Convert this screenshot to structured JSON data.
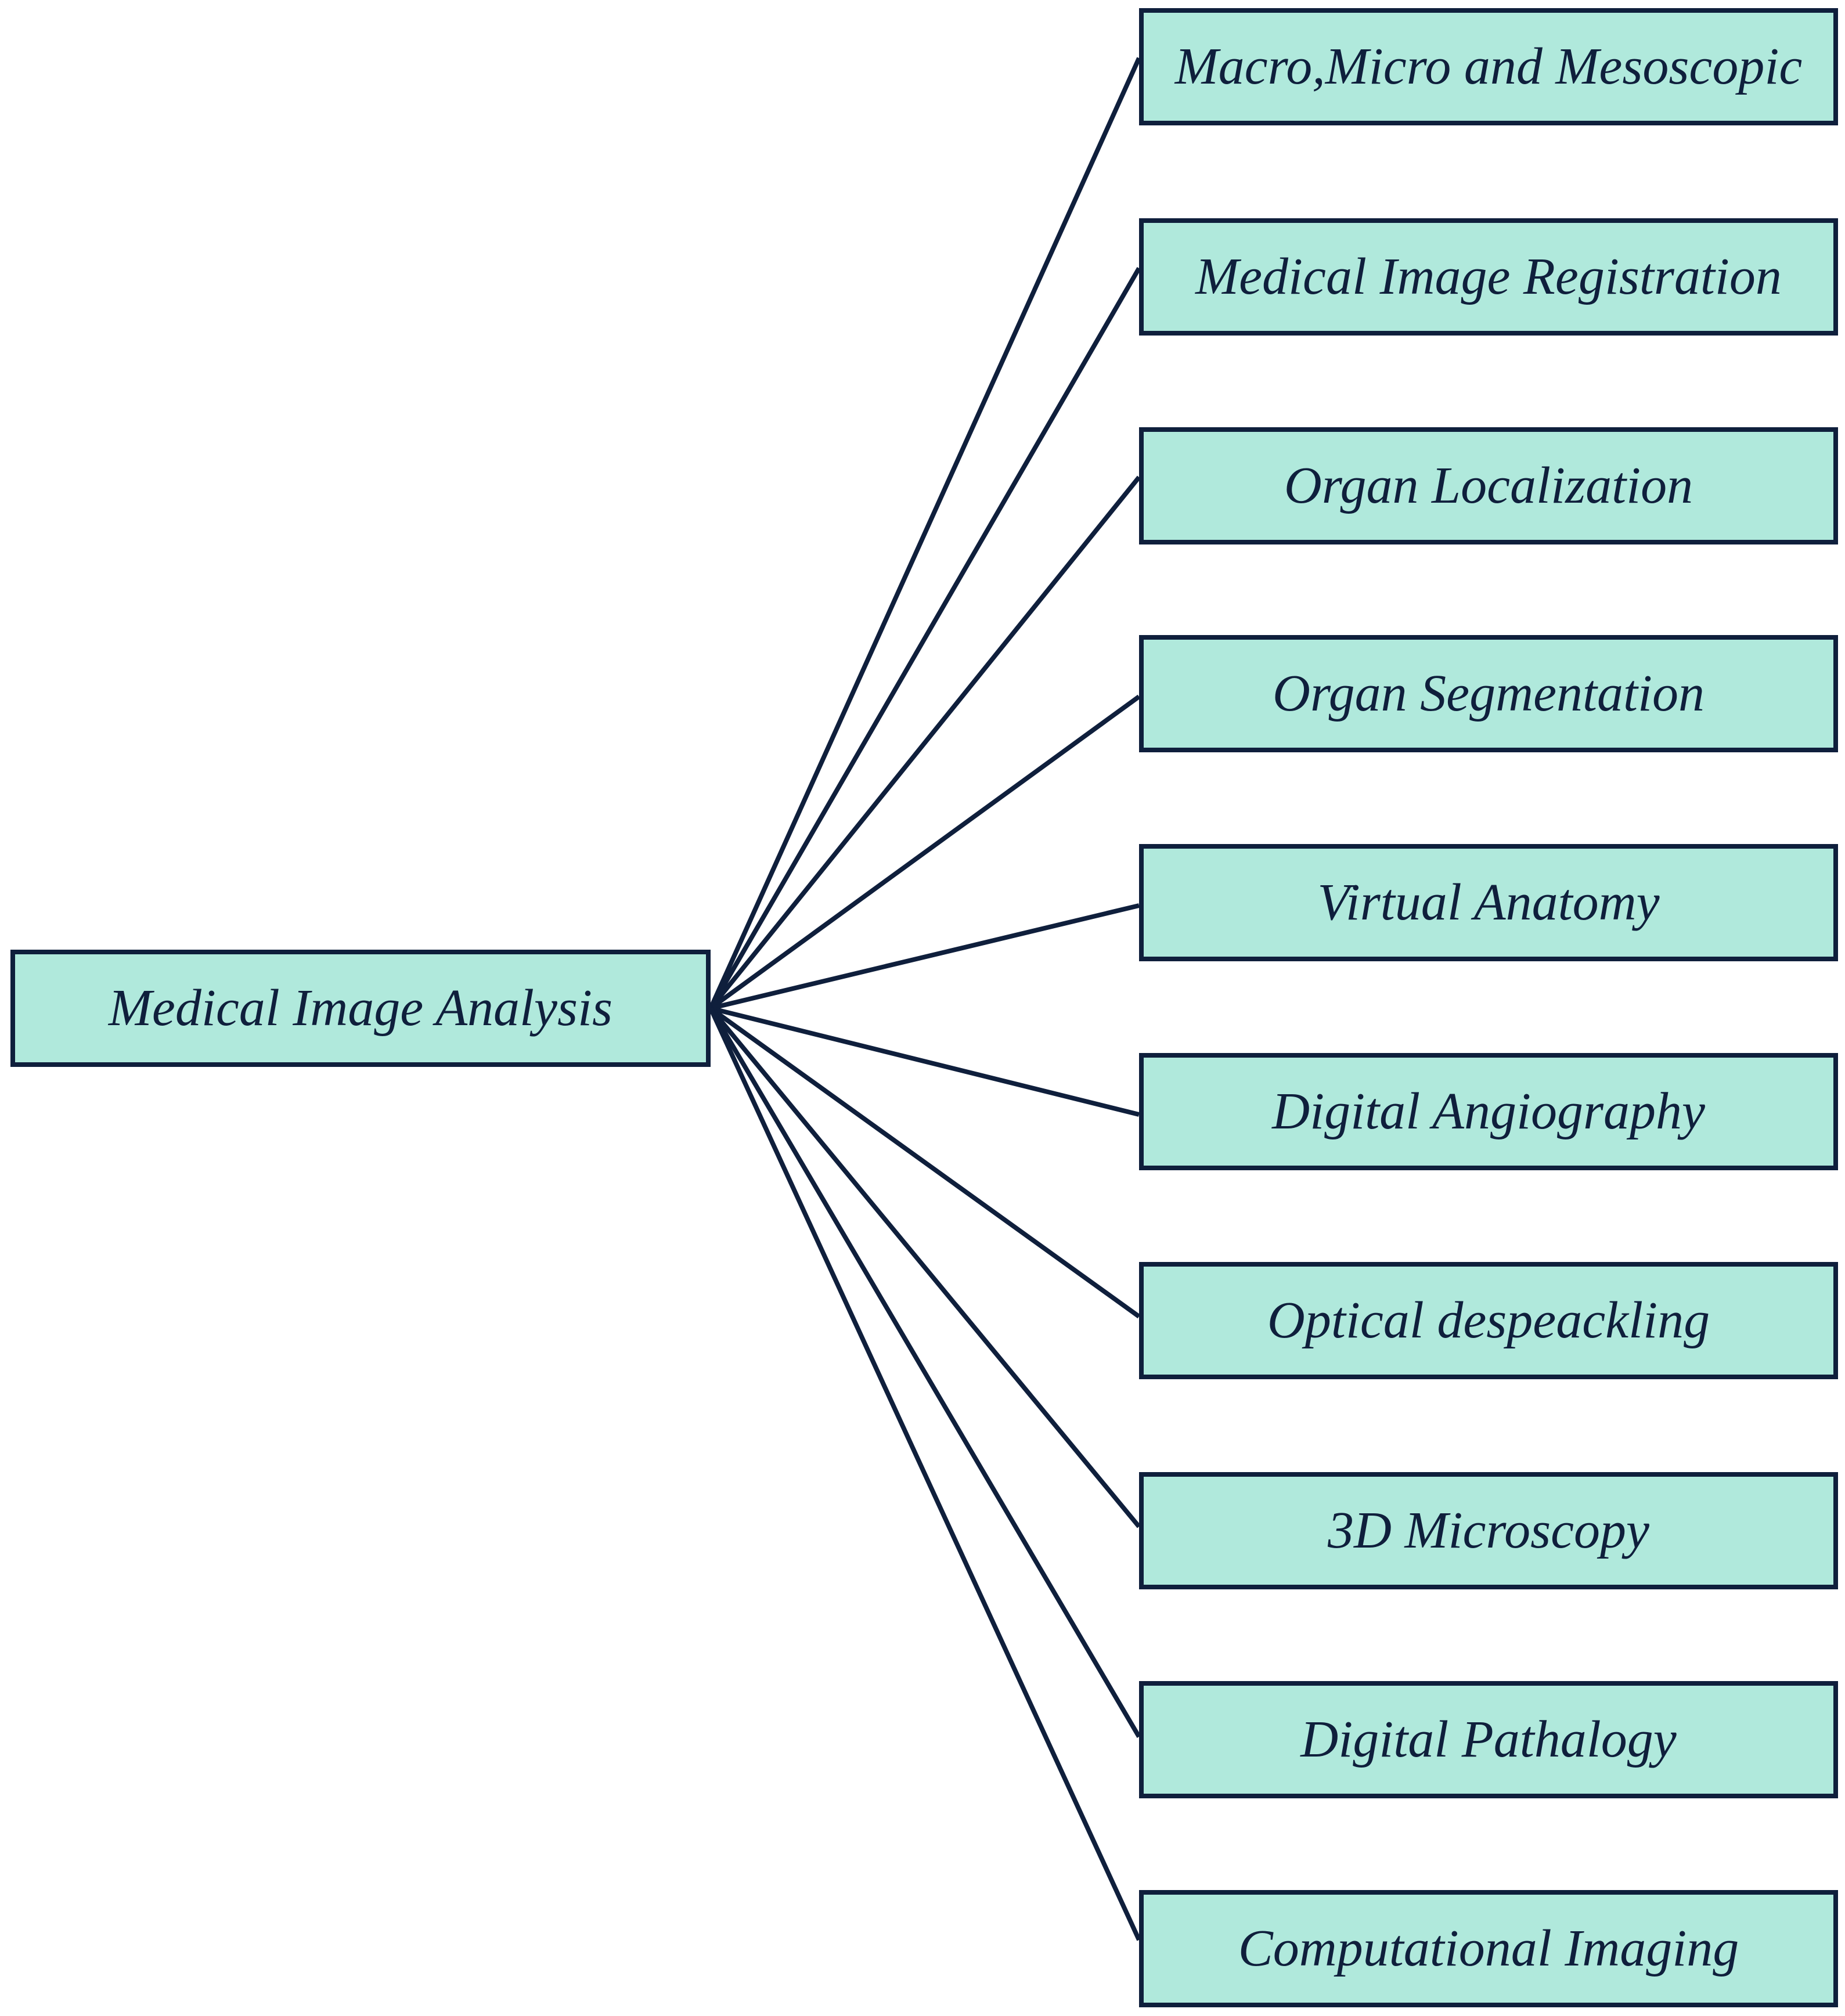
{
  "diagram": {
    "root": {
      "label": "Medical Image Analysis"
    },
    "branches": [
      {
        "label": "Macro,Micro and Mesoscopic"
      },
      {
        "label": "Medical Image Registration"
      },
      {
        "label": "Organ Localization"
      },
      {
        "label": "Organ Segmentation"
      },
      {
        "label": "Virtual Anatomy"
      },
      {
        "label": "Digital Angiography"
      },
      {
        "label": "Optical despeackling"
      },
      {
        "label": "3D Microscopy"
      },
      {
        "label": "Digital Pathalogy"
      },
      {
        "label": "Computational Imaging"
      }
    ],
    "colors": {
      "node_fill": "#b0e9dc",
      "stroke": "#0f1f3c",
      "text": "#0f1f3c",
      "background": "#ffffff"
    }
  }
}
